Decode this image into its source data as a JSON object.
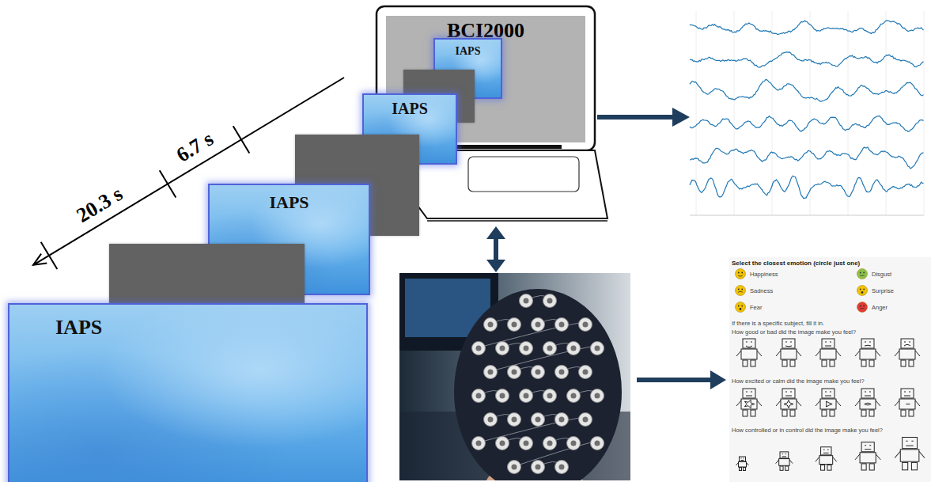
{
  "diagram": {
    "nodes": [
      {
        "text": [
          "BCI2000"
        ]
      },
      {
        "text": [
          "IAPS"
        ],
        "in": 0
      },
      {
        "text": [
          "IAPS"
        ]
      },
      {
        "text": [
          "IAPS"
        ]
      },
      {
        "text": [
          "IAPS"
        ]
      },
      {
        "text": [
          "Select the closest emotion (circle just one)",
          "Happiness",
          "Disgust",
          "Sadness",
          "Surprise",
          "Fear",
          "Anger",
          "If there is a specific subject, fill it in.",
          "How good or bad did the image make you feel?",
          "How excited or calm did the image make you feel?",
          "How controlled or in control did the image make you feel?"
        ]
      }
    ],
    "labels": [
      "20.3 s",
      "6.7 s"
    ]
  }
}
